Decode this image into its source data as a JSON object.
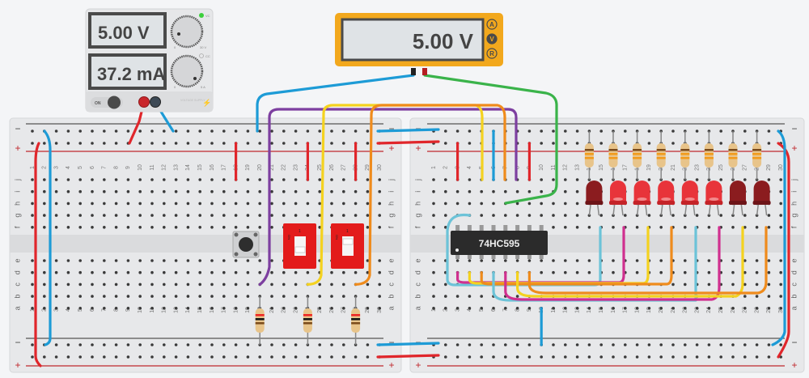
{
  "power_supply": {
    "voltage_display": "5.00 V",
    "current_display": "37.2 mA",
    "cv_label": "VC",
    "cc_label": "CC",
    "voltage_knob_min": "0",
    "voltage_knob_max": "30 V",
    "current_knob_min": "0",
    "current_knob_max": "5 A",
    "power_switch_label": "ON",
    "brand_label": "VOLTAGE SUPPLY",
    "cv_led_color": "#3ccf3c"
  },
  "multimeter": {
    "display": "5.00 V",
    "modes": [
      "A",
      "V",
      "R"
    ],
    "active_mode": "V",
    "body_color": "#f2a81d"
  },
  "breadboard": {
    "columns": [
      "1",
      "2",
      "3",
      "4",
      "5",
      "6",
      "7",
      "8",
      "9",
      "10",
      "11",
      "12",
      "13",
      "14",
      "15",
      "16",
      "17",
      "18",
      "19",
      "20",
      "21",
      "22",
      "23",
      "24",
      "25",
      "26",
      "27",
      "28",
      "29",
      "30"
    ],
    "top_rows": [
      "j",
      "i",
      "h",
      "g",
      "f"
    ],
    "bottom_rows": [
      "e",
      "d",
      "c",
      "b",
      "a"
    ],
    "rail_minus": "−",
    "rail_plus": "+"
  },
  "chip": {
    "label": "74HC595"
  },
  "leds": [
    {
      "state": "off"
    },
    {
      "state": "on"
    },
    {
      "state": "on"
    },
    {
      "state": "on"
    },
    {
      "state": "on"
    },
    {
      "state": "on"
    },
    {
      "state": "off"
    },
    {
      "state": "off"
    }
  ],
  "dip_switches": [
    {
      "label": "ON",
      "number": "1"
    },
    {
      "label": "ON",
      "number": "1"
    }
  ],
  "colors": {
    "wire_red": "#e0262b",
    "wire_blue": "#1d9bd6",
    "wire_green": "#3ab34a",
    "wire_purple": "#7d3fa0",
    "wire_yellow": "#f4d21f",
    "wire_orange": "#ef8b1c",
    "wire_magenta": "#d0308f",
    "wire_cyan": "#6cc3d8",
    "led_on": "#e8343a",
    "led_off": "#8b1c1f",
    "switch_red": "#e31b1b"
  }
}
